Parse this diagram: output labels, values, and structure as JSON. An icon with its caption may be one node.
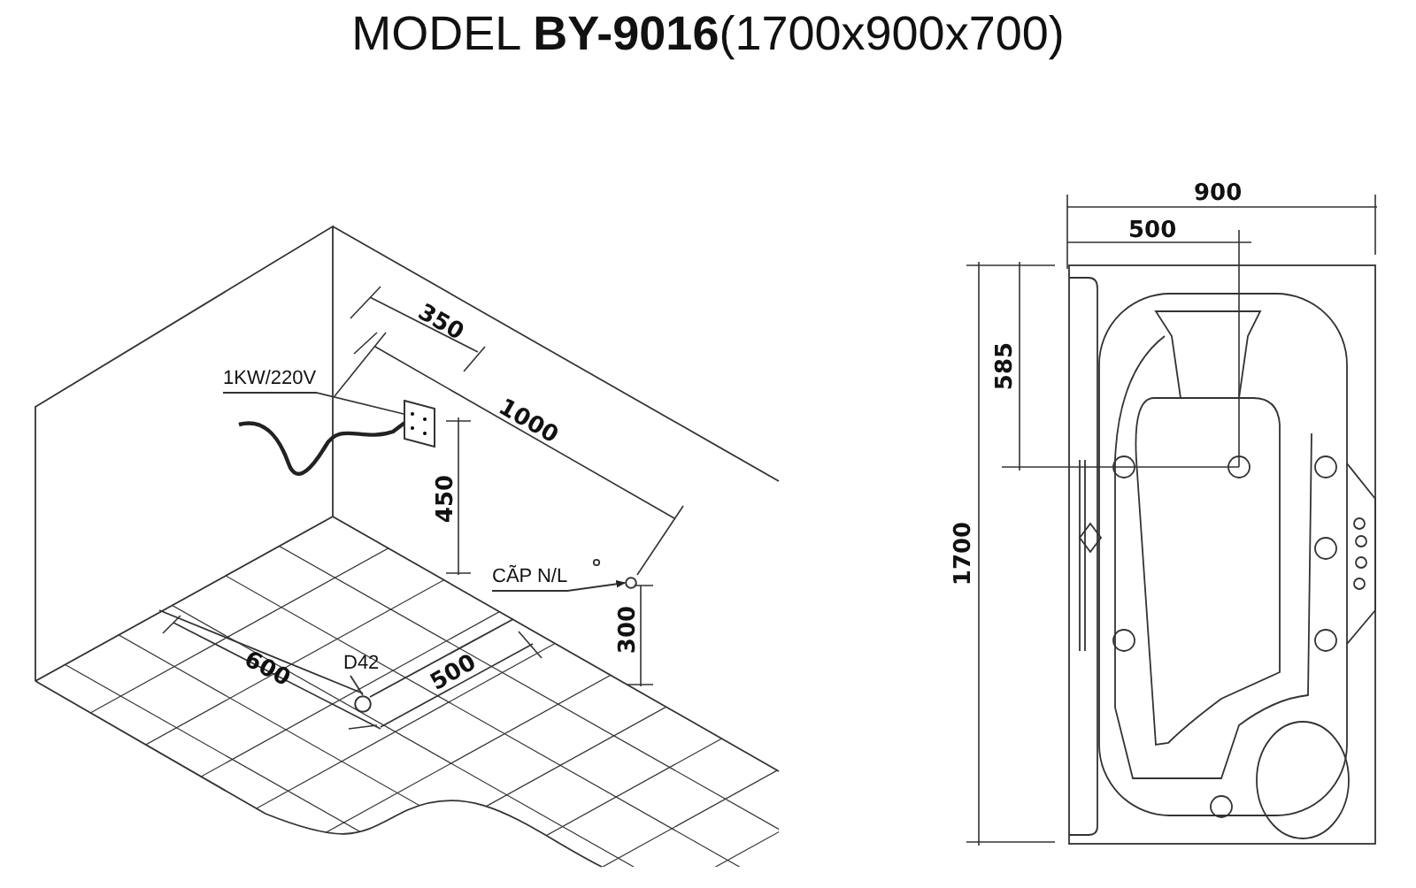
{
  "diagram": {
    "title": "MODEL **BY-9016**(1700x900x700)",
    "nodes": [
      {
        "text": [
          "1KW/220V"
        ]
      },
      {
        "text": [],
        "shape": "box"
      },
      {
        "text": [
          "CÃP N/L"
        ]
      },
      {
        "text": [],
        "shape": "circle"
      },
      {
        "text": [
          "D42"
        ]
      },
      {
        "text": [],
        "shape": "circle"
      }
    ],
    "edges": [
      {
        "from": 0,
        "to": 1,
        "arrow": "none"
      },
      {
        "from": 2,
        "to": 3,
        "arrow": "to"
      },
      {
        "from": 4,
        "to": 5,
        "arrow": "none"
      }
    ],
    "labels": [
      "350",
      "1000",
      "450",
      "300",
      "600",
      "500",
      "900",
      "500",
      "585",
      "1700"
    ]
  }
}
